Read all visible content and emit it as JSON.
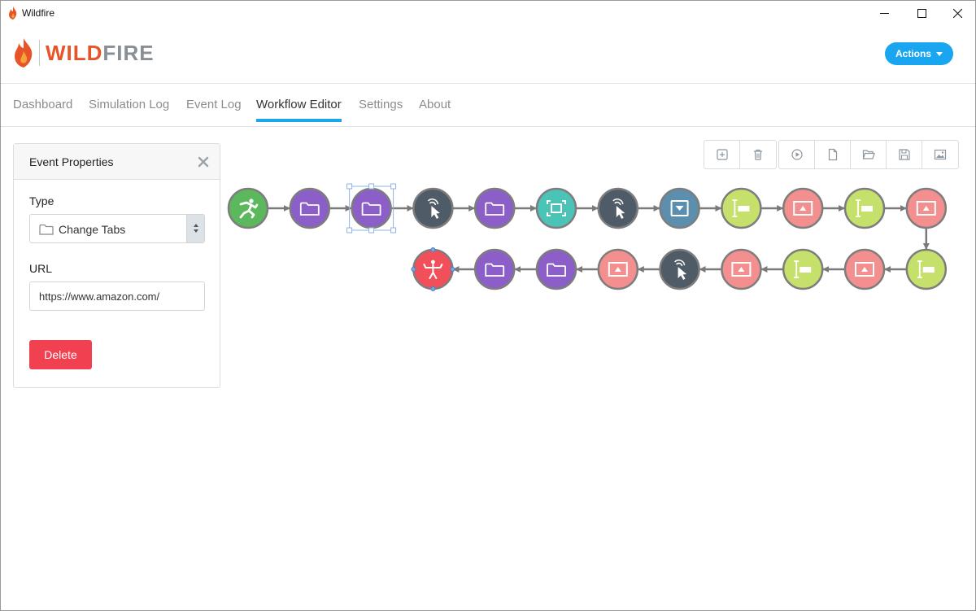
{
  "window": {
    "title": "Wildfire",
    "controls": [
      "minimize-icon",
      "maximize-icon",
      "close-icon"
    ]
  },
  "header": {
    "logo_part1": "WILD",
    "logo_part2": "FIRE",
    "actions_label": "Actions"
  },
  "nav": {
    "tabs": [
      {
        "label": "Dashboard"
      },
      {
        "label": "Simulation Log"
      },
      {
        "label": "Event Log"
      },
      {
        "label": "Workflow Editor",
        "active": true
      },
      {
        "label": "Settings"
      },
      {
        "label": "About"
      }
    ]
  },
  "panel": {
    "title": "Event Properties",
    "type_label": "Type",
    "type_value": "Change Tabs",
    "url_label": "URL",
    "url_value": "https://www.amazon.com/",
    "delete_label": "Delete"
  },
  "toolbar": {
    "group1": [
      "add-node-icon",
      "trash-icon"
    ],
    "group2": [
      "play-icon",
      "new-file-icon",
      "open-folder-icon",
      "save-icon",
      "image-icon"
    ]
  },
  "colors": {
    "accent": "#1aa5f0",
    "delete": "#f1404f",
    "begin": "#5cb85c",
    "tabchange": "#8b5fc7",
    "click": "#4f5b66",
    "screenshot": "#4bc4b7",
    "select": "#5b8fad",
    "keyboard": "#c5e06b",
    "popup": "#f48f8f",
    "end": "#f1505a"
  },
  "workflow": {
    "nodes": [
      {
        "kind": "begin",
        "icon": "running-person-icon"
      },
      {
        "kind": "tabchange",
        "icon": "tab-icon"
      },
      {
        "kind": "tabchange",
        "icon": "tab-icon",
        "selected": true
      },
      {
        "kind": "click",
        "icon": "pointer-click-icon"
      },
      {
        "kind": "tabchange",
        "icon": "tab-icon"
      },
      {
        "kind": "screenshot",
        "icon": "screenshot-icon"
      },
      {
        "kind": "click",
        "icon": "pointer-click-icon"
      },
      {
        "kind": "select",
        "icon": "dropdown-icon"
      },
      {
        "kind": "keyboard",
        "icon": "text-cursor-icon"
      },
      {
        "kind": "popup",
        "icon": "popup-window-icon"
      },
      {
        "kind": "keyboard",
        "icon": "text-cursor-icon"
      },
      {
        "kind": "popup",
        "icon": "popup-window-icon"
      },
      {
        "kind": "keyboard",
        "icon": "text-cursor-icon"
      },
      {
        "kind": "popup",
        "icon": "popup-window-icon"
      },
      {
        "kind": "keyboard",
        "icon": "text-cursor-icon"
      },
      {
        "kind": "popup",
        "icon": "popup-window-icon"
      },
      {
        "kind": "click",
        "icon": "pointer-click-icon"
      },
      {
        "kind": "popup",
        "icon": "popup-window-icon"
      },
      {
        "kind": "tabchange",
        "icon": "tab-icon"
      },
      {
        "kind": "tabchange",
        "icon": "tab-icon"
      },
      {
        "kind": "end",
        "icon": "finish-person-icon",
        "selected": true
      }
    ]
  }
}
